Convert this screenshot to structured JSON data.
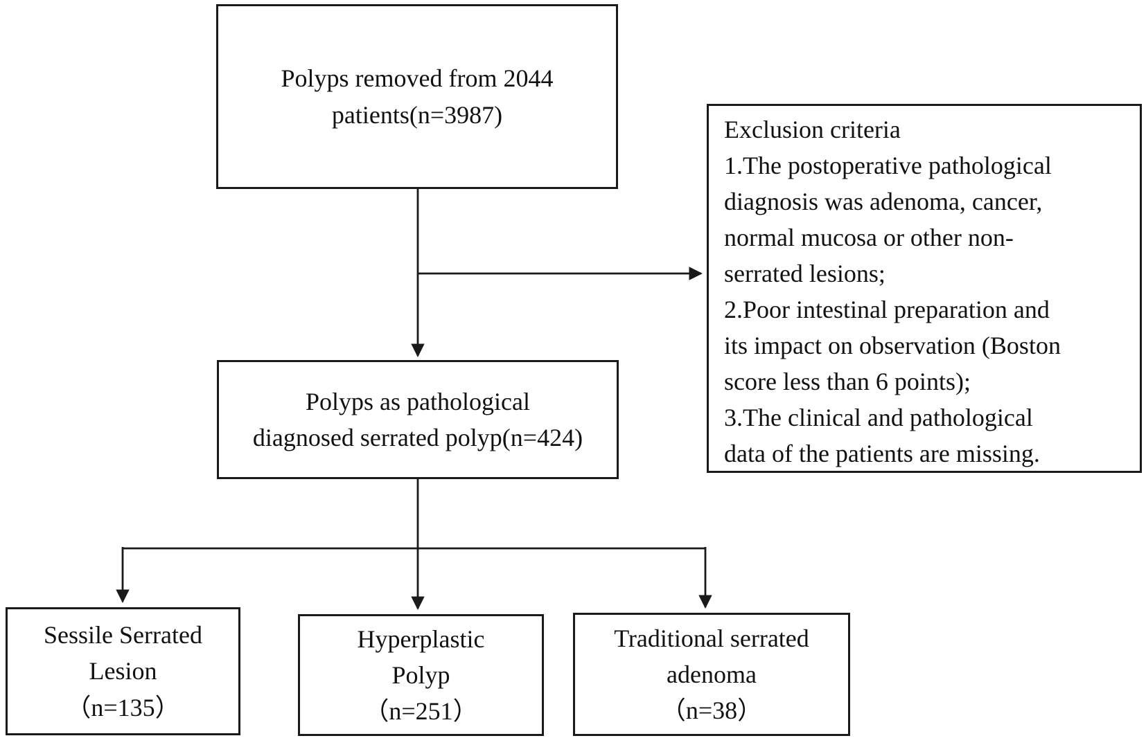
{
  "diagram": {
    "background_color": "#ffffff",
    "line_color": "#1a1a1a",
    "text_color": "#111111",
    "nodes": {
      "source": {
        "text": "Polyps removed from 2044\npatients(n=3987)"
      },
      "exclusion": {
        "title": "Exclusion criteria",
        "items": [
          "1.The postoperative pathological\ndiagnosis was adenoma, cancer,\nnormal mucosa or other non-\nserrated lesions;",
          "2.Poor intestinal preparation and\nits impact on observation (Boston\nscore less than 6 points);",
          "3.The clinical and pathological\ndata of the patients are missing."
        ]
      },
      "serrated": {
        "text": "Polyps as pathological\ndiagnosed serrated polyp(n=424)"
      },
      "bottom": [
        {
          "label": "Sessile Serrated\nLesion",
          "count": "（n=135）"
        },
        {
          "label": "Hyperplastic\nPolyp",
          "count": "（n=251）"
        },
        {
          "label": "Traditional serrated\nadenoma",
          "count": "（n=38）"
        }
      ]
    },
    "edges": [
      {
        "from": "source",
        "to": "serrated",
        "arrow": true
      },
      {
        "from": "source",
        "to": "exclusion",
        "arrow": true
      },
      {
        "from": "serrated",
        "to": "bottom-0",
        "arrow": true
      },
      {
        "from": "serrated",
        "to": "bottom-1",
        "arrow": true
      },
      {
        "from": "serrated",
        "to": "bottom-2",
        "arrow": true
      }
    ]
  }
}
